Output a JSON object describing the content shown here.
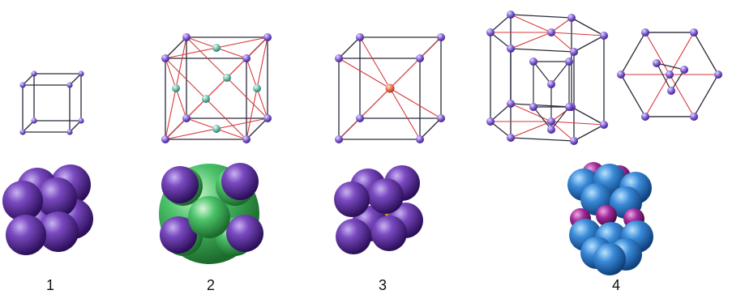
{
  "labels": [
    "1",
    "2",
    "3",
    "4"
  ],
  "colors": {
    "edge": "#2a2a3a",
    "diagonal": "#d8383a",
    "corner_atom": "#8a6ad8",
    "face_atom": "#7ec8b4",
    "center_atom_bcc": "#f07a5a",
    "sphere_purple": "#5a2a9a",
    "sphere_green": "#3ab45a",
    "sphere_yellow": "#f0d020",
    "sphere_blue": "#2a7ac8",
    "sphere_magenta": "#9a2a8a"
  },
  "panels": [
    {
      "name": "simple-cubic",
      "label_ref": 0
    },
    {
      "name": "face-centered-cubic",
      "label_ref": 1
    },
    {
      "name": "body-centered-cubic",
      "label_ref": 2
    },
    {
      "name": "hexagonal-close-packed",
      "label_ref": 3
    }
  ]
}
